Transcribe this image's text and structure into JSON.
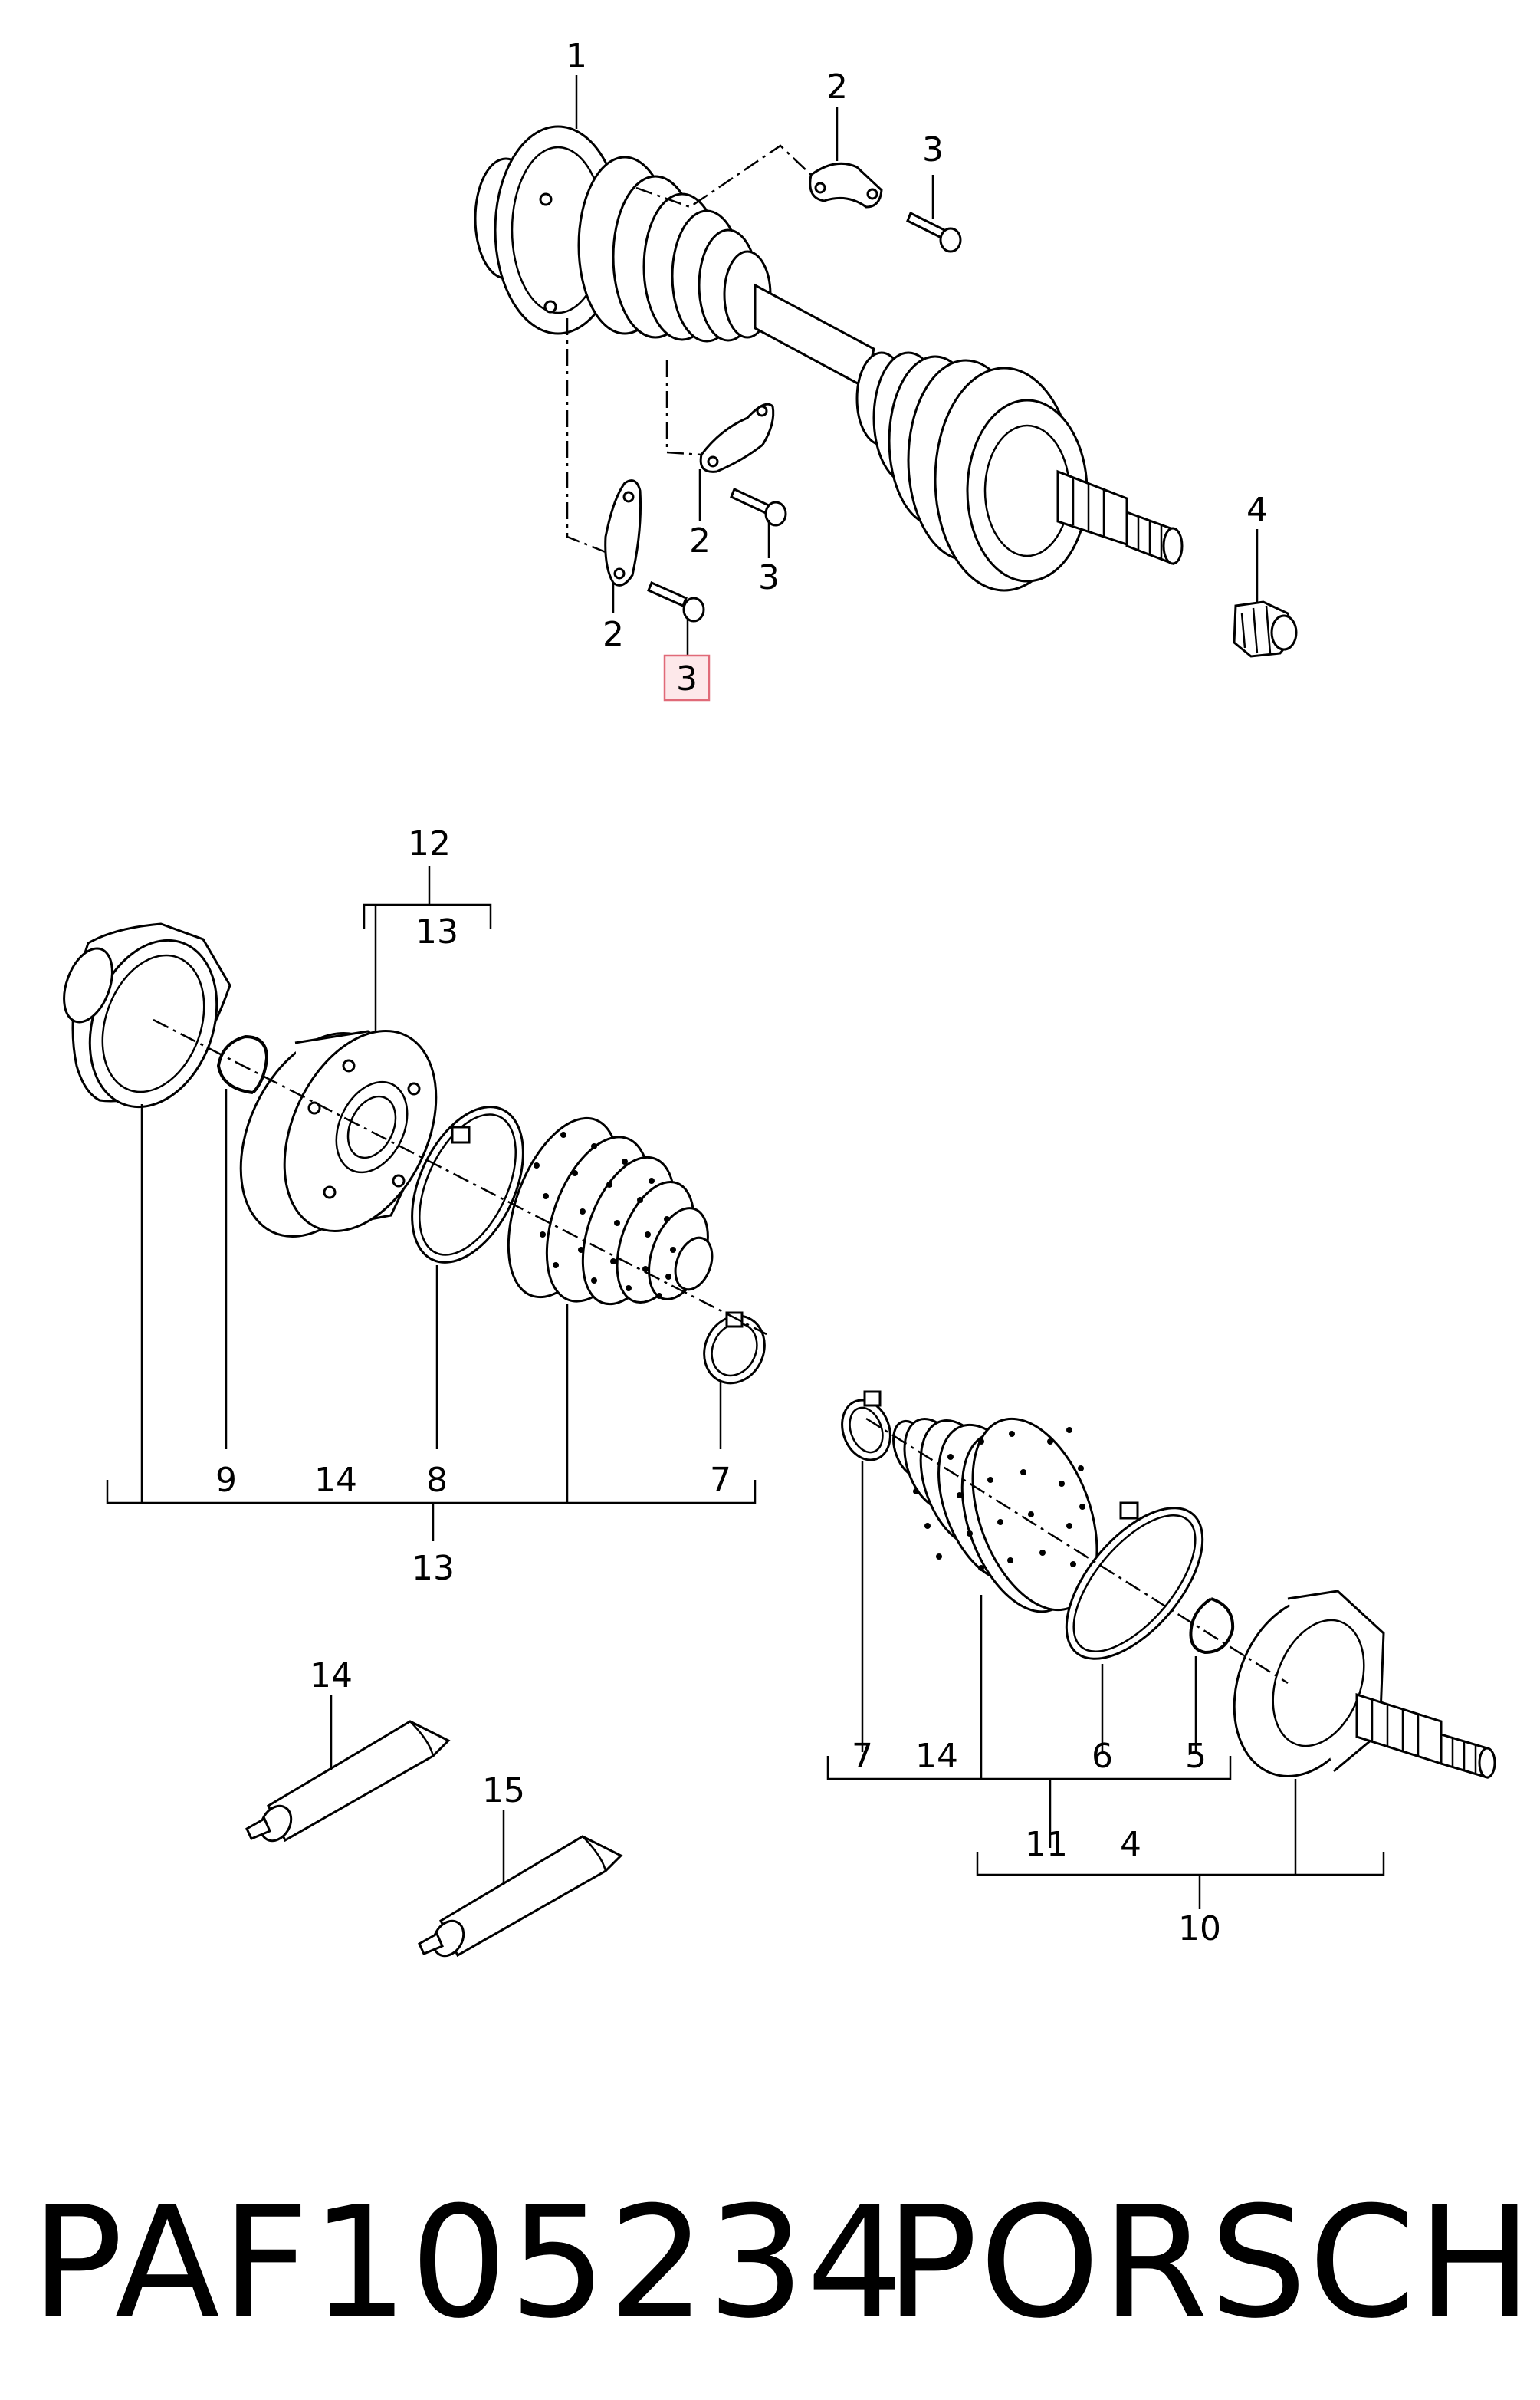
{
  "callouts": {
    "top": {
      "shaft": "1",
      "bracket_a": "2",
      "bolt_a": "3",
      "bracket_b": "2",
      "bolt_b": "3",
      "bracket_c": "2",
      "bolt_c_highlighted": "3",
      "nut": "4"
    },
    "inner_joint": {
      "kit_top": "12",
      "kit_top_sub": "13",
      "circlip": "9",
      "grease": "14",
      "clamp_large": "8",
      "clamp_small": "7",
      "kit_bottom": "13"
    },
    "grease_tubes": {
      "tube_a": "14",
      "tube_b": "15"
    },
    "outer_joint": {
      "clamp_small": "7",
      "grease": "14",
      "clamp_large": "6",
      "circlip": "5",
      "kit_a": "11",
      "nut": "4",
      "kit_b": "10"
    }
  },
  "footer": {
    "part_number": "PAF105234",
    "brand": "PORSCHE"
  },
  "colors": {
    "highlight_fill": "#fde8ea",
    "highlight_stroke": "#e06a78",
    "line": "#000000"
  }
}
